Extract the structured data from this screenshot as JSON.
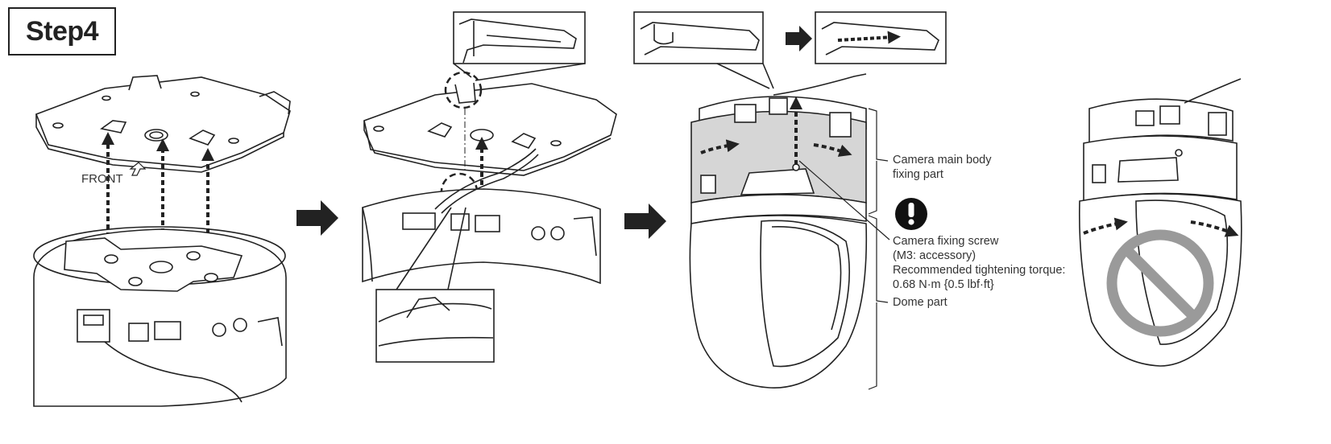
{
  "step": {
    "title": "Step4"
  },
  "labels": {
    "front": "FRONT",
    "body_part_1": "Camera main body",
    "body_part_2": "fixing part",
    "screw_1": "Camera fixing screw",
    "screw_2": "(M3: accessory)",
    "screw_3": "Recommended tightening torque:",
    "screw_4": "0.68 N·m {0.5 lbf·ft}",
    "dome": "Dome part"
  },
  "icons": {
    "caution": "exclamation-circle-icon",
    "prohibited": "prohibition-icon",
    "step_arrow": "right-arrow-icon"
  },
  "colors": {
    "line": "#222222",
    "body_shade": "#d6d6d6",
    "prohibition": "#9a9a9a"
  }
}
